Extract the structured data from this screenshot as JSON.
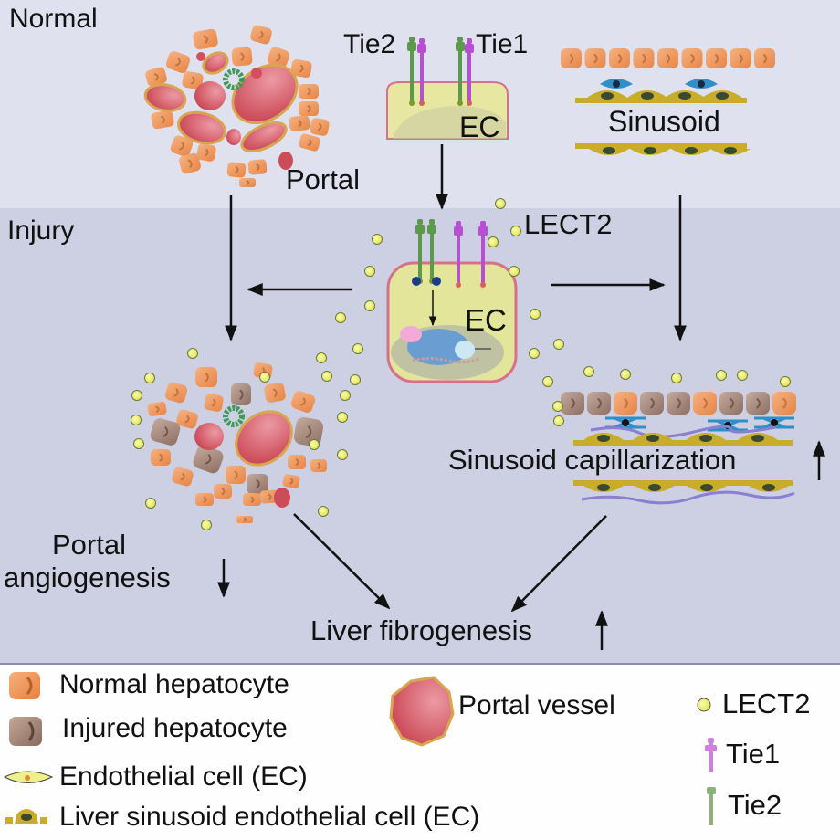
{
  "sections": {
    "normal": "Normal",
    "injury": "Injury"
  },
  "labels": {
    "tie2": "Tie2",
    "tie1": "Tie1",
    "ec_top": "EC",
    "sinusoid": "Sinusoid",
    "portal": "Portal",
    "lect2": "LECT2",
    "ec_mid": "EC",
    "sinusoid_capillarization": "Sinusoid capillarization",
    "portal_angiogenesis_line1": "Portal",
    "portal_angiogenesis_line2": "angiogenesis",
    "liver_fibrogenesis": "Liver fibrogenesis"
  },
  "trends": {
    "sinusoid_capillarization": "up",
    "portal_angiogenesis": "down",
    "liver_fibrogenesis": "up"
  },
  "legend": {
    "normal_hepatocyte": "Normal hepatocyte",
    "injured_hepatocyte": "Injured hepatocyte",
    "endothelial_cell": "Endothelial cell (EC)",
    "lsec": "Liver sinusoid endothelial cell (EC)",
    "portal_vessel": "Portal vessel",
    "lect2": "LECT2",
    "tie1": "Tie1",
    "tie2": "Tie2"
  },
  "colors": {
    "normal_bg": "#dfe2ee",
    "injury_bg": "#cdd0e2",
    "normal_hepatocyte": "#f0965a",
    "injured_hepatocyte": "#9a7a6e",
    "portal_vessel": "#d2505e",
    "lect2": "#eef07a",
    "tie1": "#b64fd2",
    "tie2": "#5a9a4a",
    "ec_cytoplasm": "#e8e8a0",
    "ec_membrane": "#d9708a",
    "lsec": "#c9ac2a",
    "stellate": "#2f8fc6",
    "collagen": "#8a7fd0"
  }
}
